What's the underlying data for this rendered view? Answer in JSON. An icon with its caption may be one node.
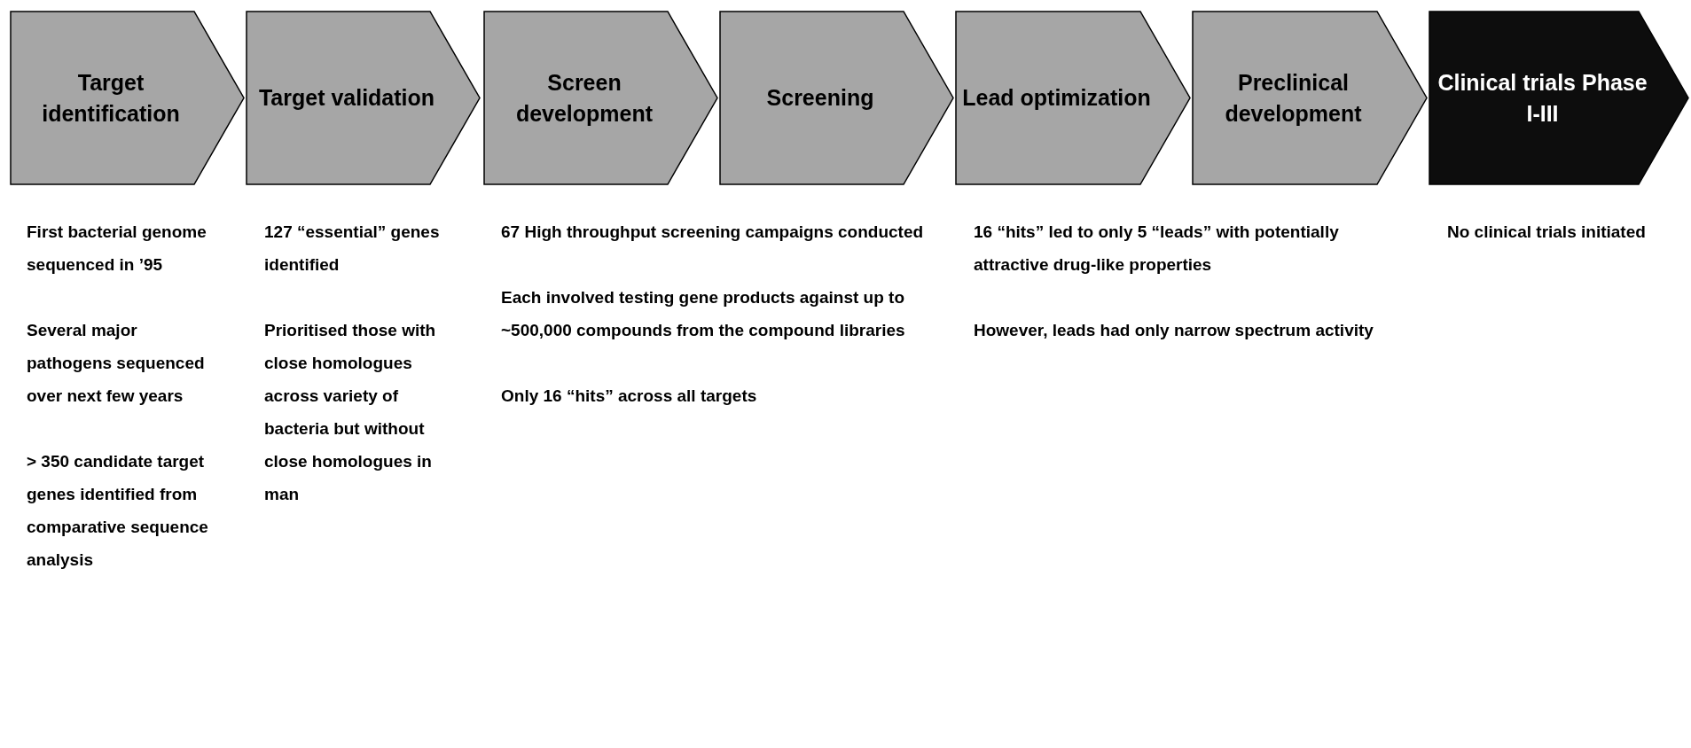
{
  "diagram": {
    "nodes": [
      {
        "text": [
          "Target identification"
        ],
        "beside": [
          "First bacterial genome sequenced  in ’95",
          "Several major pathogens sequenced over next few years",
          "> 350 candidate target genes identified from comparative sequence analysis"
        ]
      },
      {
        "text": [
          "Target validation"
        ],
        "beside": [
          "127 “essential” genes identified",
          "Prioritised those with close homologues across variety of bacteria but without close homologues in man"
        ]
      },
      {
        "text": [
          "Screen development"
        ],
        "beside": [
          "67 High throughput screening campaigns conducted",
          "Each involved testing gene products against up to ~500,000 compounds from the compound libraries",
          "Only 16 “hits” across all targets"
        ]
      },
      {
        "text": [
          "Screening"
        ]
      },
      {
        "text": [
          "Lead optimization"
        ],
        "beside": [
          "16 “hits” led to only 5 “leads” with potentially attractive drug-like properties",
          "However, leads had only narrow spectrum activity"
        ]
      },
      {
        "text": [
          "Preclinical development"
        ]
      },
      {
        "text": [
          "Clinical trials Phase I-III"
        ],
        "beside": [
          "No clinical trials initiated"
        ]
      }
    ]
  }
}
